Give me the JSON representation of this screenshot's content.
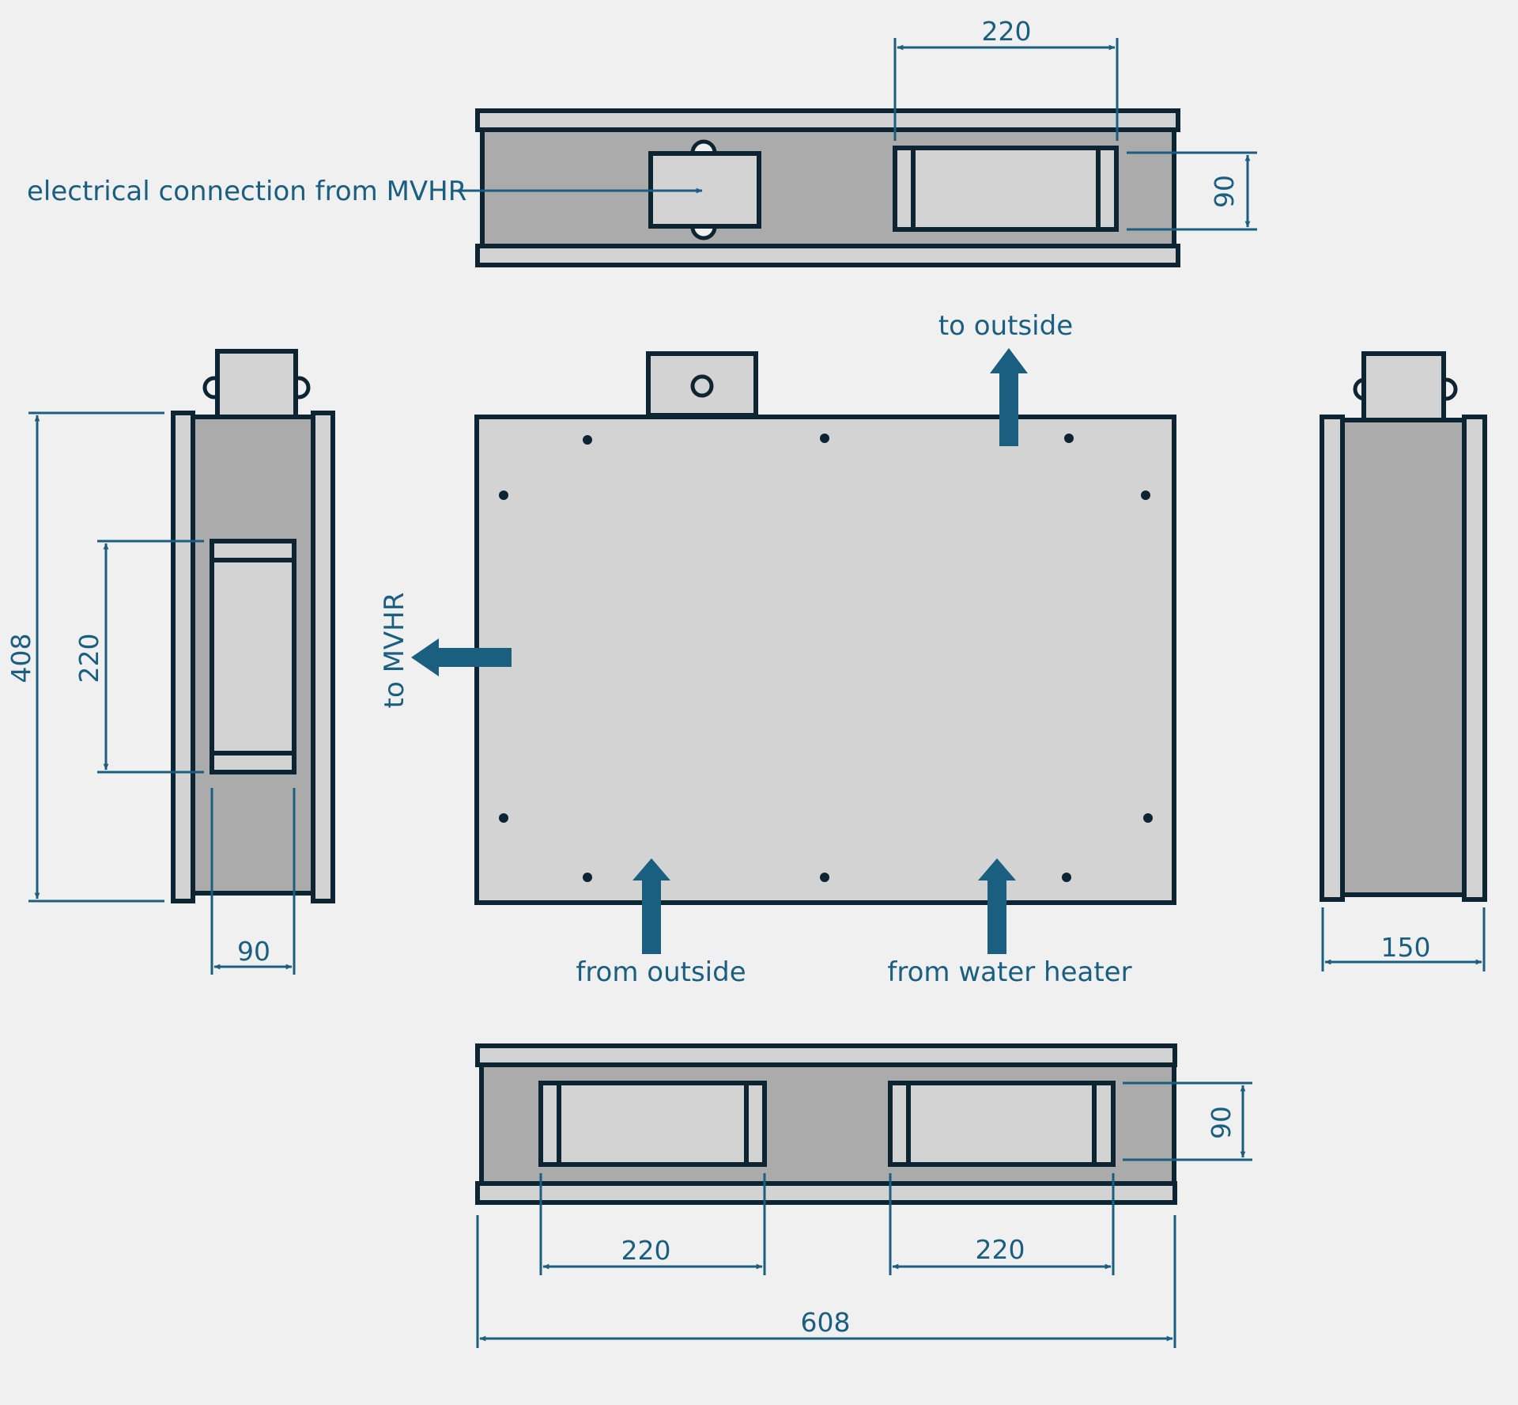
{
  "colors": {
    "background": "#f0f0f0",
    "outline": "#0d2433",
    "panel_light": "#d3d3d3",
    "panel_dark": "#ababab",
    "annotation_blue": "#1a5e80"
  },
  "labels": {
    "electrical": "electrical connection from MVHR",
    "to_outside": "to outside",
    "to_mvhr": "to MVHR",
    "from_outside": "from outside",
    "from_water_heater": "from water heater"
  },
  "dimensions": {
    "top_port_width": "220",
    "top_port_height": "90",
    "side_height": "408",
    "side_port_height": "220",
    "side_port_depth": "90",
    "right_depth": "150",
    "bottom_port_height": "90",
    "bottom_port_left_width": "220",
    "bottom_port_right_width": "220",
    "overall_width": "608"
  }
}
